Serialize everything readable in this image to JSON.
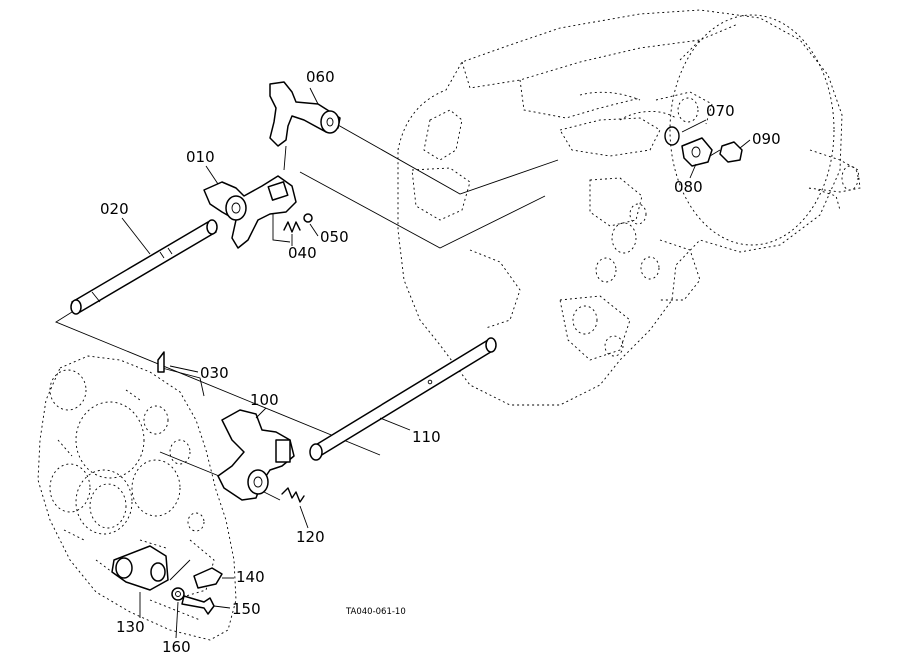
{
  "diagram": {
    "figure_code": "TA040-061-10",
    "part_labels": [
      "060",
      "010",
      "020",
      "070",
      "090",
      "080",
      "050",
      "040",
      "030",
      "100",
      "110",
      "120",
      "140",
      "150",
      "130",
      "160"
    ]
  }
}
